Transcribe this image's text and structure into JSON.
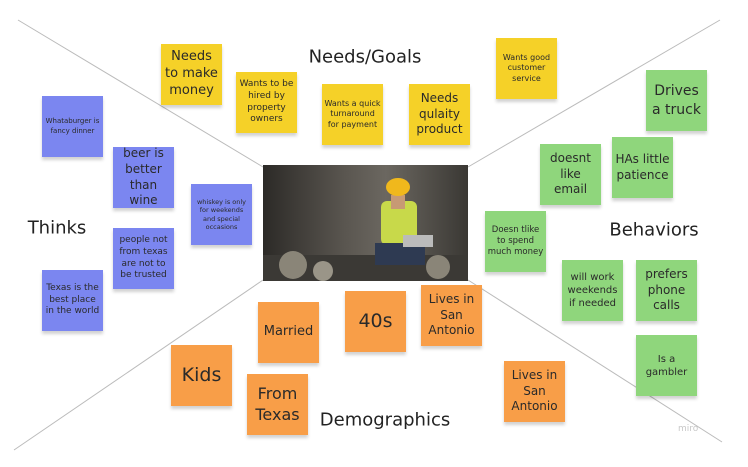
{
  "sections": {
    "needs": "Needs/Goals",
    "thinks": "Thinks",
    "behaviors": "Behaviors",
    "demographics": "Demographics"
  },
  "watermark": "miro",
  "notes": {
    "needs": [
      "Needs to make money",
      "Wants to be hired by property owners",
      "Wants a quick turnaround for payment",
      "Needs qulaity product",
      "Wants good customer service"
    ],
    "thinks": [
      "Whataburger is fancy dinner",
      "beer is better than wine",
      "whiskey is only for weekends and special occasions",
      "people not from texas are not to be trusted",
      "Texas is the best place in the world"
    ],
    "behaviors": [
      "Drives a truck",
      "doesnt like email",
      "HAs little patience",
      "Doesn tlike to spend much money",
      "will work weekends if needed",
      "prefers phone calls",
      "Is a gambler"
    ],
    "demographics": [
      "Married",
      "40s",
      "Lives in San Antonio",
      "Kids",
      "From Texas",
      "Lives in San Antonio"
    ]
  },
  "colors": {
    "needs": "#f5d128",
    "thinks": "#7b86f0",
    "behaviors": "#8fd67c",
    "demographics": "#f89e48"
  }
}
